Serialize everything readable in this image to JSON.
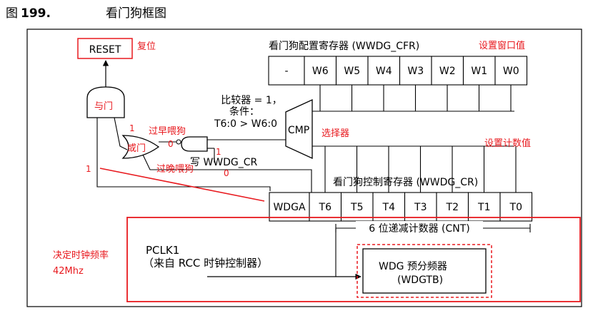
{
  "figure": {
    "label": "图",
    "number": "199.",
    "title": "看门狗框图"
  },
  "reset_box": {
    "label": "RESET"
  },
  "annotations": {
    "reset_note": "复位",
    "and_gate": "与门",
    "or_gate": "或门",
    "too_early": "过早喂狗",
    "too_late": "过晚喂狗",
    "comparator": "选择器",
    "set_window": "设置窗口值",
    "set_counter": "设置计数值",
    "clock_decision": "决定时钟频率",
    "clock_freq": "42Mhz"
  },
  "logic_values": {
    "and_input": "1",
    "too_early_out": "0",
    "cr_write": "1",
    "wdga_line": "1",
    "too_late_out": "0"
  },
  "comparator_block": {
    "label": "CMP",
    "condition_line1": "比较器 = 1，",
    "condition_line2": "条件：",
    "condition_line3": "T6:0 > W6:0"
  },
  "write_label": "写 WWDG_CR",
  "cfr_register": {
    "title": "看门狗配置寄存器 (WWDG_CFR)",
    "bits": [
      "-",
      "W6",
      "W5",
      "W4",
      "W3",
      "W2",
      "W1",
      "W0"
    ]
  },
  "cr_register": {
    "title": "看门狗控制寄存器 (WWDG_CR)",
    "bits": [
      "WDGA",
      "T6",
      "T5",
      "T4",
      "T3",
      "T2",
      "T1",
      "T0"
    ]
  },
  "counter": {
    "label": "6 位递减计数器 (CNT)"
  },
  "pclk": {
    "name": "PCLK1",
    "source": "（来自 RCC 时钟控制器）"
  },
  "prescaler": {
    "line1": "WDG 预分频器",
    "line2": "(WDGTB)"
  },
  "colors": {
    "annotation": "#e8191e",
    "line": "#000000"
  }
}
